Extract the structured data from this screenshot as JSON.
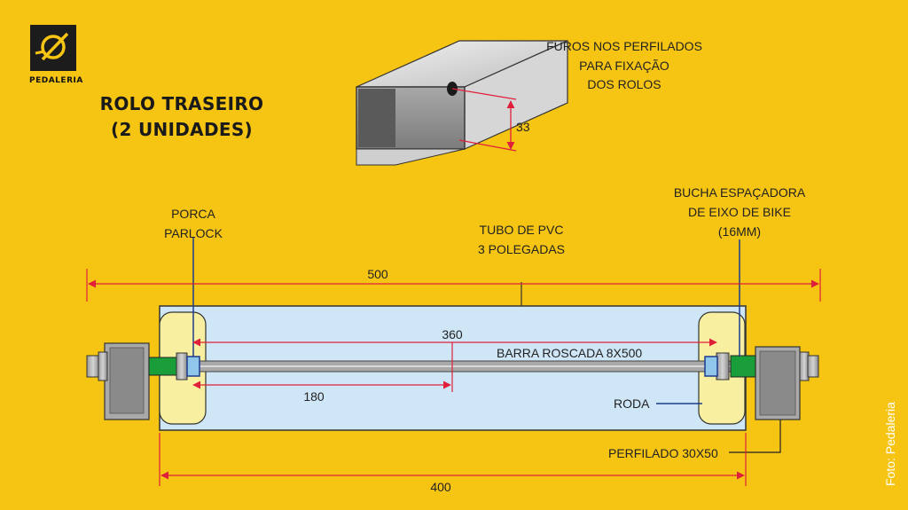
{
  "brand": {
    "name": "PEDALERIA"
  },
  "title": {
    "line1": "ROLO TRASEIRO",
    "line2": "(2 UNIDADES)"
  },
  "profile_detail": {
    "note_lines": [
      "FUROS NOS PERFILADOS",
      "PARA FIXAÇÃO",
      "DOS ROLOS"
    ],
    "hole_height": "33"
  },
  "labels": {
    "porca_line1": "PORCA",
    "porca_line2": "PARLOCK",
    "tubo_line1": "TUBO DE PVC",
    "tubo_line2": "3 POLEGADAS",
    "bucha_line1": "BUCHA ESPAÇADORA",
    "bucha_line2": "DE EIXO DE BIKE",
    "bucha_line3": "(16MM)",
    "barra": "BARRA ROSCADA 8X500",
    "roda": "RODA",
    "perfilado": "PERFILADO 30X50"
  },
  "dimensions": {
    "total": "500",
    "inner": "360",
    "half": "180",
    "tube": "400"
  },
  "credit": "Foto: Pedaleria",
  "colors": {
    "background": "#f6c413",
    "dimension": "#e0203a",
    "tube": "#cfe6f7",
    "wheel": "#f8f0a0",
    "bushing": "#1a9e3a"
  }
}
